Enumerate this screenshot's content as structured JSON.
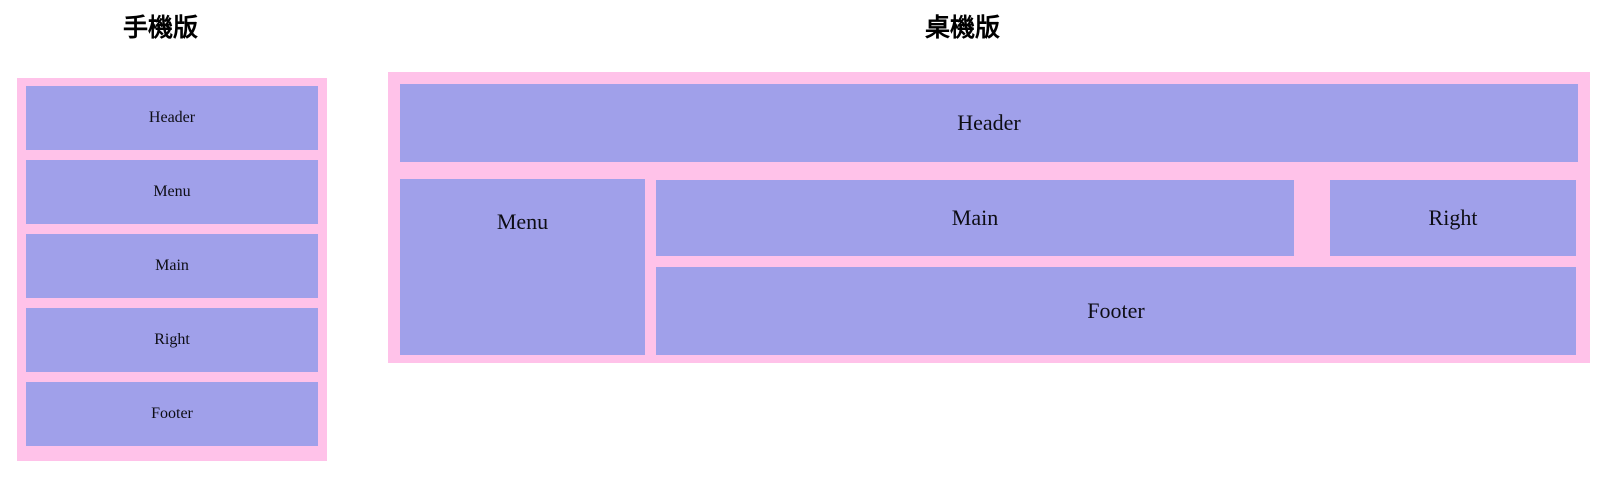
{
  "page": {
    "background_color": "#ffffff",
    "frame_color": "#ffc2e9",
    "cell_color": "#a0a0ea",
    "text_color": "#0d0d14"
  },
  "mobile": {
    "title": "手機版",
    "blocks": [
      {
        "label": "Header"
      },
      {
        "label": "Menu"
      },
      {
        "label": "Main"
      },
      {
        "label": "Right"
      },
      {
        "label": "Footer"
      }
    ]
  },
  "desktop": {
    "title": "桌機版",
    "blocks": [
      {
        "label": "Header"
      },
      {
        "label": "Menu"
      },
      {
        "label": "Main"
      },
      {
        "label": "Right"
      },
      {
        "label": "Footer"
      }
    ]
  }
}
